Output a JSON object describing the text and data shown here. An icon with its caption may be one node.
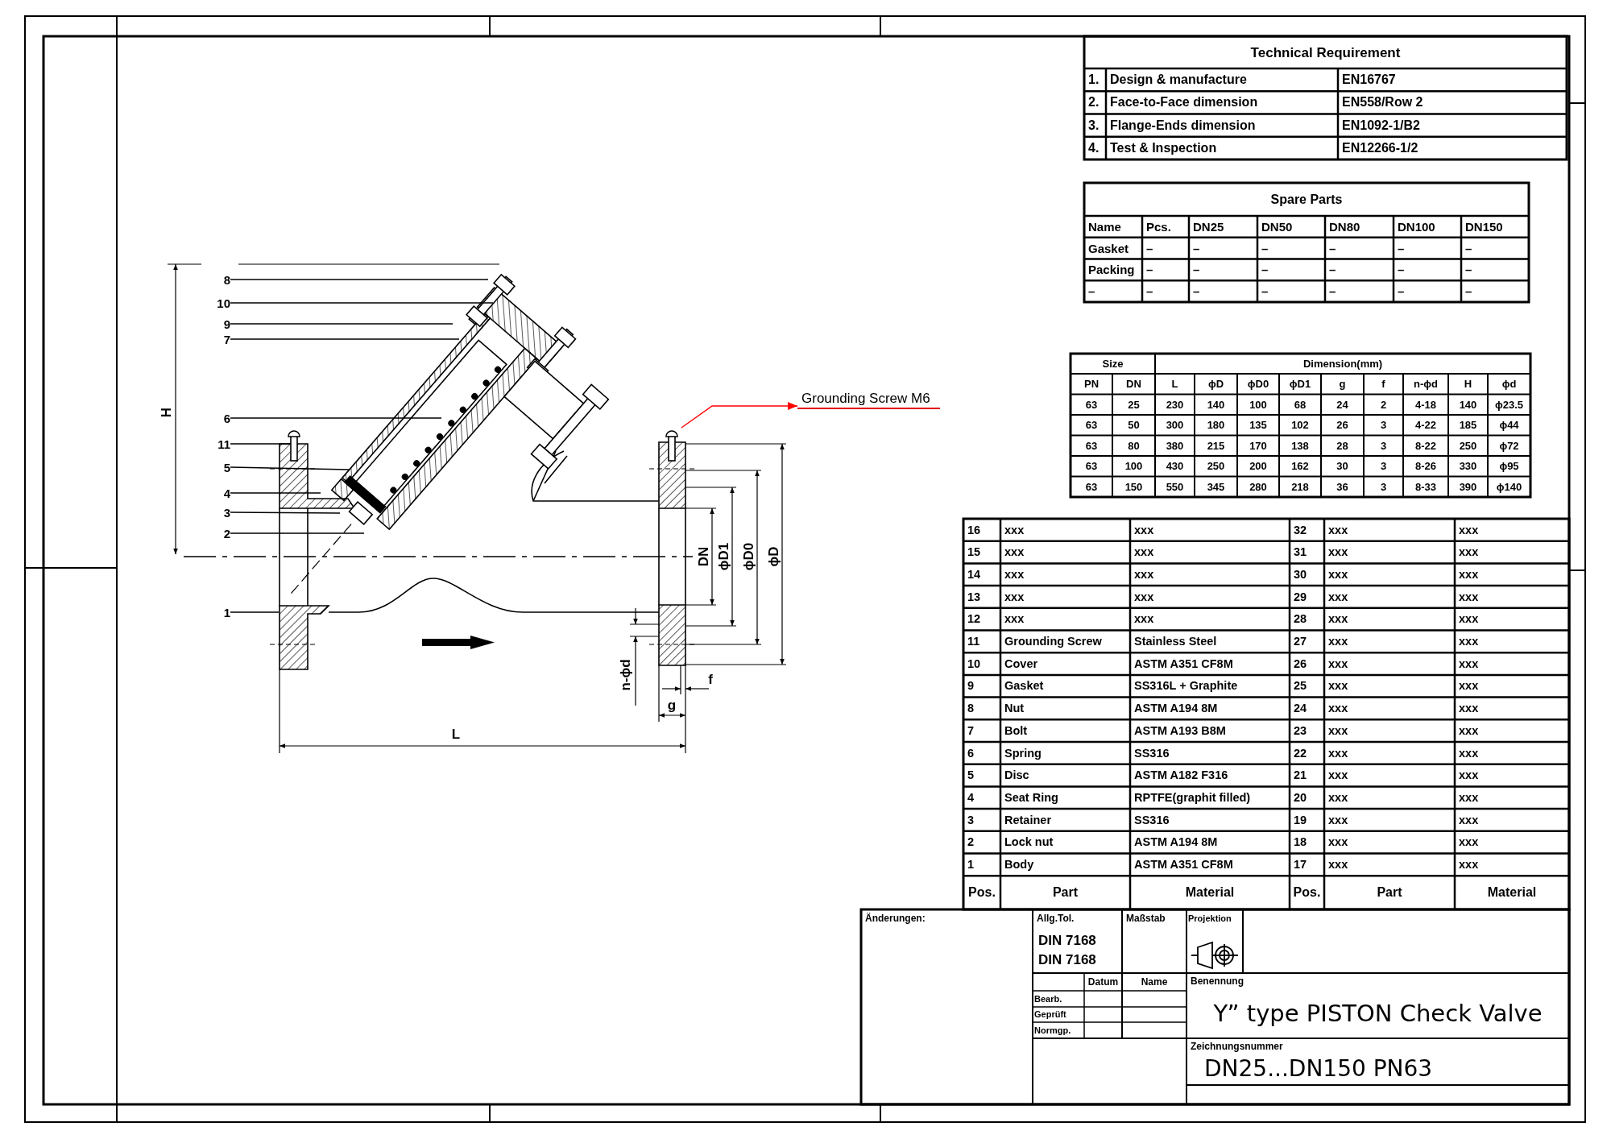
{
  "diagram": {
    "nodes": [
      {
        "text": [
          "8"
        ]
      },
      {
        "text": [
          "10"
        ]
      },
      {
        "text": [
          "9"
        ]
      },
      {
        "text": [
          "7"
        ]
      },
      {
        "text": [
          "6"
        ]
      },
      {
        "text": [
          "11"
        ]
      },
      {
        "text": [
          "5"
        ]
      },
      {
        "text": [
          "4"
        ]
      },
      {
        "text": [
          "3"
        ]
      },
      {
        "text": [
          "2"
        ]
      },
      {
        "text": [
          "1"
        ]
      },
      {
        "text": [
          "Grounding Screw M6"
        ]
      }
    ],
    "edges": [
      {
        "from": 0,
        "to": null,
        "arrow": "none"
      },
      {
        "from": 1,
        "to": null,
        "arrow": "none"
      },
      {
        "from": 2,
        "to": null,
        "arrow": "none"
      },
      {
        "from": 3,
        "to": null,
        "arrow": "none"
      },
      {
        "from": 4,
        "to": null,
        "arrow": "none"
      },
      {
        "from": 5,
        "to": null,
        "arrow": "none"
      },
      {
        "from": 6,
        "to": null,
        "arrow": "none"
      },
      {
        "from": 7,
        "to": null,
        "arrow": "none"
      },
      {
        "from": 8,
        "to": null,
        "arrow": "none"
      },
      {
        "from": 9,
        "to": null,
        "arrow": "none"
      },
      {
        "from": 10,
        "to": null,
        "arrow": "none"
      },
      {
        "from": null,
        "to": 11,
        "arrow": "to",
        "color": "#ff0000"
      }
    ],
    "labels": [
      "Technical Requirement",
      "1.",
      "Design & manufacture",
      "EN16767",
      "2.",
      "Face-to-Face dimension",
      "EN558/Row 2",
      "3.",
      "Flange-Ends dimension",
      "EN1092-1/B2",
      "4.",
      "Test & Inspection",
      "EN12266-1/2",
      "Spare Parts",
      "Name",
      "Pcs.",
      "DN25",
      "DN50",
      "DN80",
      "DN100",
      "DN150",
      "Gasket",
      "–",
      "–",
      "–",
      "–",
      "–",
      "–",
      "Packing",
      "–",
      "–",
      "–",
      "–",
      "–",
      "–",
      "–",
      "–",
      "–",
      "–",
      "–",
      "–",
      "–",
      "Size",
      "Dimension(mm)",
      "PN",
      "DN",
      "L",
      "ϕD",
      "ϕD0",
      "ϕD1",
      "g",
      "f",
      "n-ϕd",
      "H",
      "ϕd",
      "63",
      "25",
      "230",
      "140",
      "100",
      "68",
      "24",
      "2",
      "4-18",
      "140",
      "ϕ23.5",
      "63",
      "50",
      "300",
      "180",
      "135",
      "102",
      "26",
      "3",
      "4-22",
      "185",
      "ϕ44",
      "63",
      "80",
      "380",
      "215",
      "170",
      "138",
      "28",
      "3",
      "8-22",
      "250",
      "ϕ72",
      "63",
      "100",
      "430",
      "250",
      "200",
      "162",
      "30",
      "3",
      "8-26",
      "330",
      "ϕ95",
      "63",
      "150",
      "550",
      "345",
      "280",
      "218",
      "36",
      "3",
      "8-33",
      "390",
      "ϕ140",
      "H",
      "DN",
      "ϕD1",
      "ϕD0",
      "ϕD",
      "n-ϕd",
      "f",
      "g",
      "L",
      "16",
      "xxx",
      "xxx",
      "32",
      "xxx",
      "xxx",
      "15",
      "xxx",
      "xxx",
      "31",
      "xxx",
      "xxx",
      "14",
      "xxx",
      "xxx",
      "30",
      "xxx",
      "xxx",
      "13",
      "xxx",
      "xxx",
      "29",
      "xxx",
      "xxx",
      "12",
      "xxx",
      "xxx",
      "28",
      "xxx",
      "xxx",
      "11",
      "Grounding Screw",
      "Stainless Steel",
      "27",
      "xxx",
      "xxx",
      "10",
      "Cover",
      "ASTM A351 CF8M",
      "26",
      "xxx",
      "xxx",
      "9",
      "Gasket",
      "SS316L + Graphite",
      "25",
      "xxx",
      "xxx",
      "8",
      "Nut",
      "ASTM A194 8M",
      "24",
      "xxx",
      "xxx",
      "7",
      "Bolt",
      "ASTM A193 B8M",
      "23",
      "xxx",
      "xxx",
      "6",
      "Spring",
      "SS316",
      "22",
      "xxx",
      "xxx",
      "5",
      "Disc",
      "ASTM A182 F316",
      "21",
      "xxx",
      "xxx",
      "4",
      "Seat Ring",
      "RPTFE(graphit filled)",
      "20",
      "xxx",
      "xxx",
      "3",
      "Retainer",
      "SS316",
      "19",
      "xxx",
      "xxx",
      "2",
      "Lock nut",
      "ASTM A194 8M",
      "18",
      "xxx",
      "xxx",
      "1",
      "Body",
      "ASTM A351 CF8M",
      "17",
      "xxx",
      "xxx",
      "Pos.",
      "Part",
      "Material",
      "Pos.",
      "Part",
      "Material",
      "Änderungen:",
      "Allg.Tol.",
      "DIN 7168",
      "DIN 7168",
      "Maßstab",
      "Projektion",
      "Datum",
      "Name",
      "Bearb.",
      "Geprüft",
      "Normgp.",
      "Benennung",
      "Y” type PISTON Check Valve",
      "Zeichnungsnummer",
      "DN25...DN150 PN63"
    ]
  }
}
